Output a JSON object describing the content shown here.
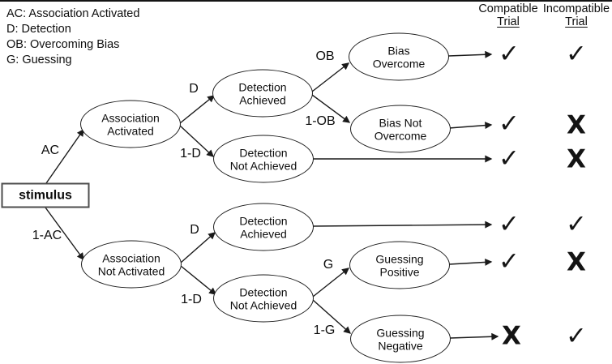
{
  "legend": {
    "items": [
      "AC: Association Activated",
      "D: Detection",
      "OB: Overcoming Bias",
      "G: Guessing"
    ]
  },
  "headers": {
    "compatible": {
      "line1": "Compatible",
      "line2": "Trial"
    },
    "incompatible": {
      "line1": "Incompatible",
      "line2": "Trial"
    }
  },
  "root": {
    "label": "stimulus"
  },
  "nodes": {
    "association_activated": {
      "line1": "Association",
      "line2": "Activated"
    },
    "association_not_activated": {
      "line1": "Association",
      "line2": "Not Activated"
    },
    "detection_achieved_upper": {
      "line1": "Detection",
      "line2": "Achieved"
    },
    "detection_not_achieved_upper": {
      "line1": "Detection",
      "line2": "Not Achieved"
    },
    "bias_overcome": {
      "line1": "Bias",
      "line2": "Overcome"
    },
    "bias_not_overcome": {
      "line1": "Bias Not",
      "line2": "Overcome"
    },
    "detection_achieved_lower": {
      "line1": "Detection",
      "line2": "Achieved"
    },
    "detection_not_achieved_lower": {
      "line1": "Detection",
      "line2": "Not Achieved"
    },
    "guessing_positive": {
      "line1": "Guessing",
      "line2": "Positive"
    },
    "guessing_negative": {
      "line1": "Guessing",
      "line2": "Negative"
    }
  },
  "branch_labels": {
    "ac": "AC",
    "not_ac": "1-AC",
    "d_upper": "D",
    "not_d_upper": "1-D",
    "ob": "OB",
    "not_ob": "1-OB",
    "d_lower": "D",
    "not_d_lower": "1-D",
    "g": "G",
    "not_g": "1-G"
  },
  "outcomes": [
    {
      "row": "bias_overcome",
      "compatible": "✓",
      "incompatible": "✓"
    },
    {
      "row": "bias_not_overcome",
      "compatible": "✓",
      "incompatible": "X"
    },
    {
      "row": "detection_not_achieved_upper",
      "compatible": "✓",
      "incompatible": "X"
    },
    {
      "row": "detection_achieved_lower",
      "compatible": "✓",
      "incompatible": "✓"
    },
    {
      "row": "guessing_positive",
      "compatible": "✓",
      "incompatible": "X"
    },
    {
      "row": "guessing_negative",
      "compatible": "X",
      "incompatible": "✓"
    }
  ]
}
